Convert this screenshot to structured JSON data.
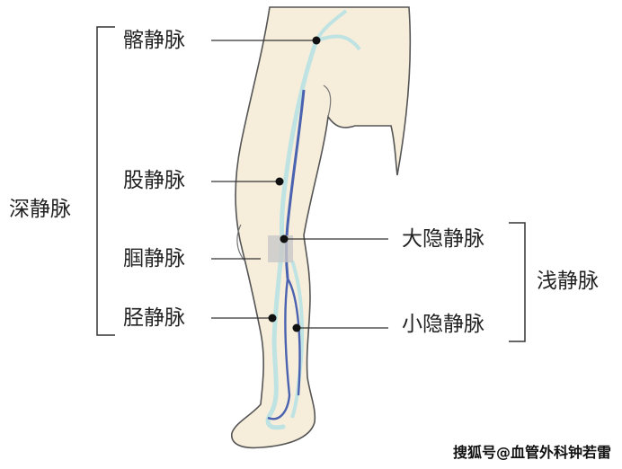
{
  "labels": {
    "deep_veins": "深静脉",
    "iliac_vein": "髂静脉",
    "femoral_vein": "股静脉",
    "popliteal_vein": "腘静脉",
    "tibial_vein": "胫静脉",
    "superficial_veins": "浅静脉",
    "great_saphenous_vein": "大隐静脉",
    "small_saphenous_vein": "小隐静脉"
  },
  "watermark": "搜狐号@血管外科钟若雷",
  "colors": {
    "skin": "#f6eedb",
    "deep_vein": "#4a62b0",
    "superficial_vein": "#bfe3e3",
    "outline": "#555555"
  }
}
